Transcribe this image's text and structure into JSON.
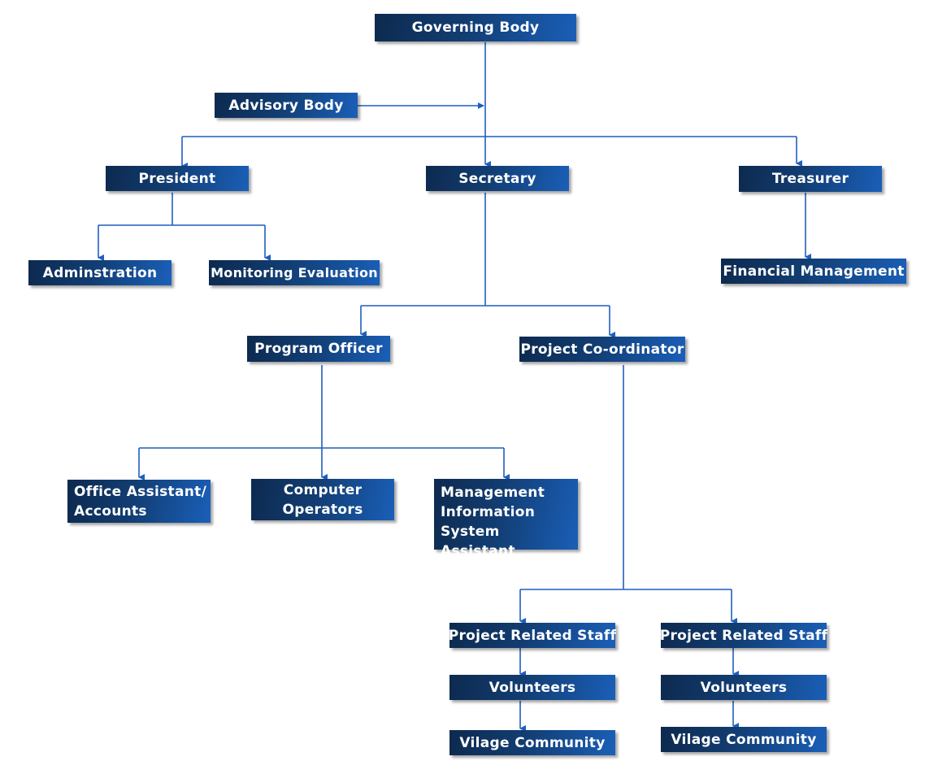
{
  "chart": {
    "nodes": {
      "governing_body": "Governing  Body",
      "advisory_body": "Advisory Body",
      "president": "President",
      "secretary": "Secretary",
      "treasurer": "Treasurer",
      "administration": "Adminstration",
      "monitoring_evaluation": "Monitoring Evaluation",
      "financial_management": "Financial Management",
      "program_officer": "Program Officer",
      "project_coordinator": "Project Co-ordinator",
      "office_assistant": "Office Assistant/\nAccounts",
      "computer_operators": "Computer\nOperators",
      "mis_assistant": "Management\nInformation\nSystem Assistant",
      "project_staff_1": "Project Related Staff",
      "project_staff_2": "Project Related Staff",
      "volunteers_1": "Volunteers",
      "volunteers_2": "Volunteers",
      "village_community_1": "Vilage Community",
      "village_community_2": "Vilage Community"
    },
    "colors": {
      "box_dark": "#0d2a4f",
      "box_light": "#1a5fb8",
      "connector": "#1f5fbf",
      "text": "#ffffff"
    }
  }
}
